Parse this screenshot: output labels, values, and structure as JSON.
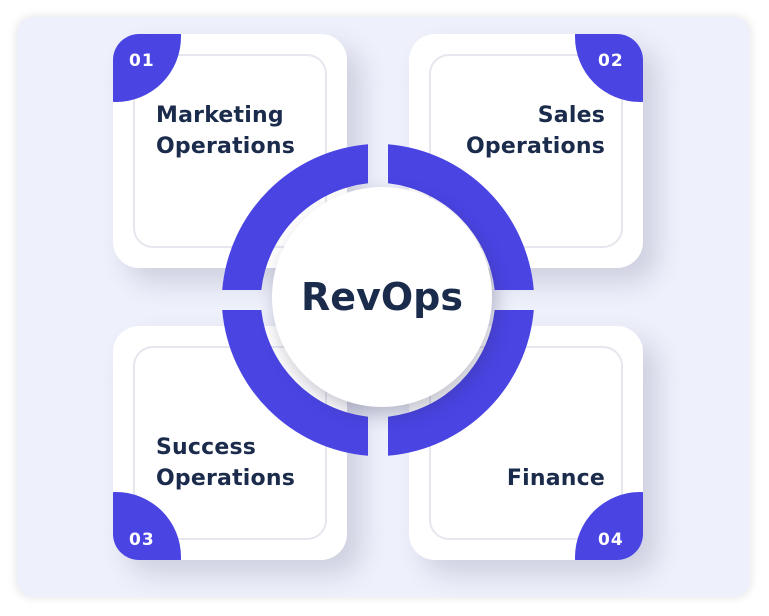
{
  "center": {
    "label": "RevOps"
  },
  "quadrants": [
    {
      "number": "01",
      "line1": "Marketing",
      "line2": "Operations"
    },
    {
      "number": "02",
      "line1": "Sales",
      "line2": "Operations"
    },
    {
      "number": "03",
      "line1": "Success",
      "line2": "Operations"
    },
    {
      "number": "04",
      "line1": "Finance",
      "line2": ""
    }
  ],
  "colors": {
    "accent": "#4a44e3",
    "text": "#1b2b4c",
    "background": "#eef0fb",
    "card": "#ffffff"
  }
}
